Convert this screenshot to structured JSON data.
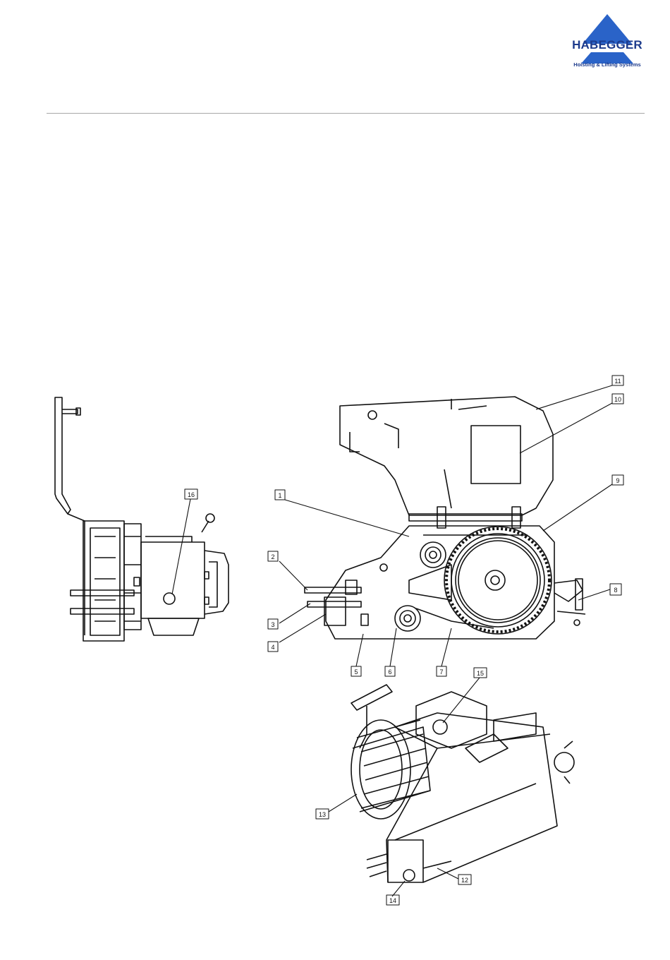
{
  "logo": {
    "name": "HABEGGER",
    "tagline": "Hoisting & Lifting Systems",
    "colors": {
      "brand_blue": "#1d3b8c",
      "triangle": "#2a63c8"
    }
  },
  "callouts": [
    "1",
    "2",
    "3",
    "4",
    "5",
    "6",
    "7",
    "8",
    "9",
    "10",
    "11",
    "12",
    "13",
    "14",
    "15",
    "16"
  ]
}
